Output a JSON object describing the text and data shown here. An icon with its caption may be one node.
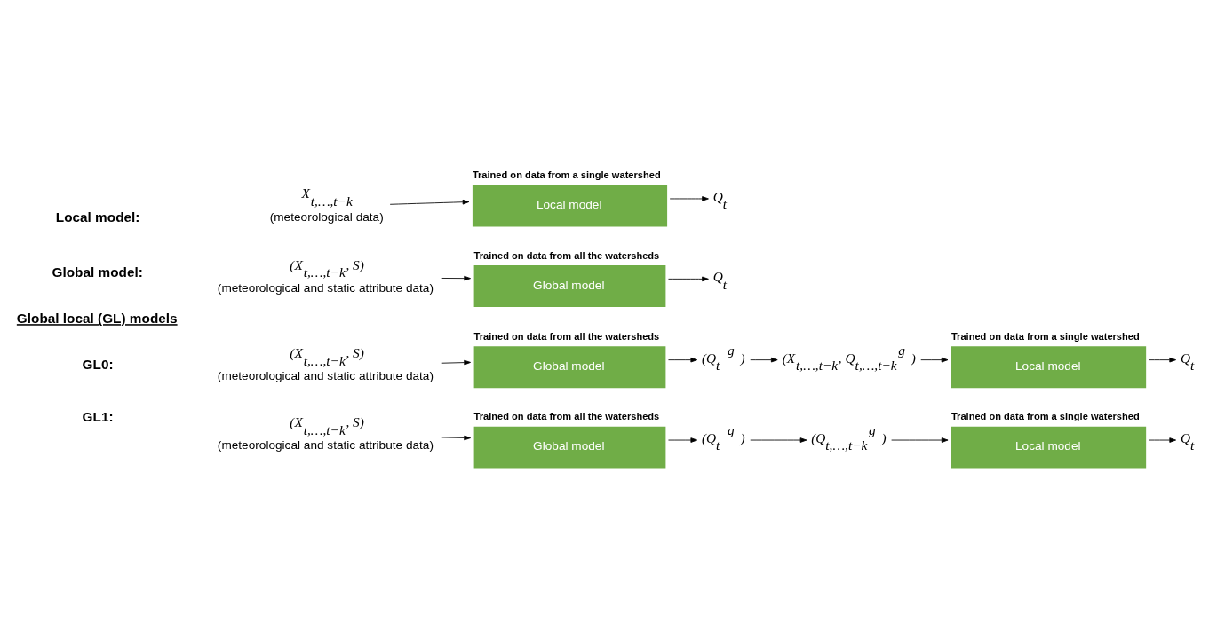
{
  "diagram": {
    "nodes": [
      {
        "text": [
          "X$_{t,…,t−k}$",
          "(meteorological data)"
        ]
      },
      {
        "text": [
          "Trained on data from a single watershed",
          "Local model"
        ]
      },
      {
        "text": [
          "Q$_{t}$"
        ]
      },
      {
        "text": [
          "(X$_{t,…,t−k}$, S)",
          "(meteorological and static attribute data)"
        ]
      },
      {
        "text": [
          "Trained on data from all the watersheds",
          "Global model"
        ]
      },
      {
        "text": [
          "Q$_{t}$"
        ]
      },
      {
        "text": [
          "(X$_{t,…,t−k}$, S)",
          "(meteorological and static attribute data)"
        ]
      },
      {
        "text": [
          "Trained on data from all the watersheds",
          "Global model"
        ]
      },
      {
        "text": [
          "(Q$_{t}$$^{g}$)"
        ]
      },
      {
        "text": [
          "(X$_{t,…,t−k}$, Q$_{t,…,t−k}$$^{g}$)"
        ]
      },
      {
        "text": [
          "Trained on data from a single watershed",
          "Local model"
        ]
      },
      {
        "text": [
          "Q$_{t}$"
        ]
      },
      {
        "text": [
          "(X$_{t,…,t−k}$, S)",
          "(meteorological and static attribute data)"
        ]
      },
      {
        "text": [
          "Trained on data from all the watersheds",
          "Global model"
        ]
      },
      {
        "text": [
          "(Q$_{t}$$^{g}$)"
        ]
      },
      {
        "text": [
          "(Q$_{t,…,t−k}$$^{g}$)"
        ]
      },
      {
        "text": [
          "Trained on data from a single watershed",
          "Local model"
        ]
      },
      {
        "text": [
          "Q$_{t}$"
        ]
      }
    ],
    "edges": [
      {
        "from": 0,
        "to": 1,
        "arrow": "to"
      },
      {
        "from": 1,
        "to": 2,
        "arrow": "to"
      },
      {
        "from": 3,
        "to": 4,
        "arrow": "to"
      },
      {
        "from": 4,
        "to": 5,
        "arrow": "to"
      },
      {
        "from": 6,
        "to": 7,
        "arrow": "to"
      },
      {
        "from": 7,
        "to": 8,
        "arrow": "to"
      },
      {
        "from": 8,
        "to": 9,
        "arrow": "to"
      },
      {
        "from": 9,
        "to": 10,
        "arrow": "to"
      },
      {
        "from": 10,
        "to": 11,
        "arrow": "to"
      },
      {
        "from": 12,
        "to": 13,
        "arrow": "to"
      },
      {
        "from": 13,
        "to": 14,
        "arrow": "to"
      },
      {
        "from": 14,
        "to": 15,
        "arrow": "to"
      },
      {
        "from": 15,
        "to": 16,
        "arrow": "to"
      },
      {
        "from": 16,
        "to": 17,
        "arrow": "to"
      }
    ],
    "labels": [
      "Local model:",
      "Global model:",
      "Global local (GL) models",
      "GL0:",
      "GL1:"
    ]
  }
}
